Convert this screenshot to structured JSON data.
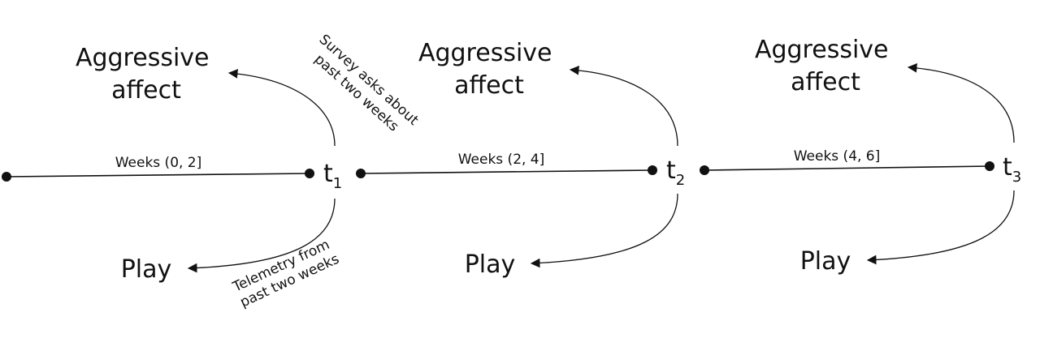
{
  "timepoints": [
    {
      "symbol": "t",
      "subscript": "1",
      "period": "Weeks (0, 2]",
      "outcome": [
        "Aggressive",
        "affect"
      ],
      "behavior": "Play"
    },
    {
      "symbol": "t",
      "subscript": "2",
      "period": "Weeks (2, 4]",
      "outcome": [
        "Aggressive",
        "affect"
      ],
      "behavior": "Play"
    },
    {
      "symbol": "t",
      "subscript": "3",
      "period": "Weeks (4, 6]",
      "outcome": [
        "Aggressive",
        "affect"
      ],
      "behavior": "Play"
    }
  ],
  "notes": {
    "survey": [
      "Survey asks about",
      "past two weeks"
    ],
    "telemetry": [
      "Telemetry from",
      "past two weeks"
    ]
  }
}
